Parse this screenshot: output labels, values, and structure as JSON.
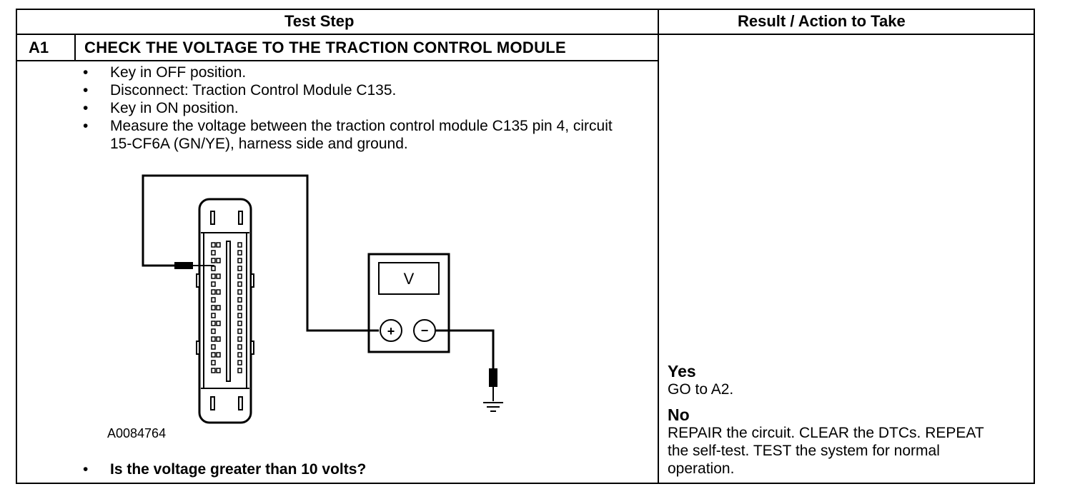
{
  "table": {
    "col_test_step": "Test Step",
    "col_result": "Result / Action to Take"
  },
  "step": {
    "number": "A1",
    "title": "CHECK THE VOLTAGE TO THE TRACTION CONTROL MODULE",
    "items": [
      "Key in OFF position.",
      "Disconnect: Traction Control Module C135.",
      "Key in ON position.",
      "Measure the voltage between the traction control module C135 pin 4, circuit 15-CF6A (GN/YE), harness side and ground."
    ],
    "question": "Is the voltage greater than 10 volts?"
  },
  "figure": {
    "id": "A0084764",
    "meter_display": "V",
    "plus_symbol": "+",
    "minus_symbol": "−"
  },
  "result": {
    "yes_title": "Yes",
    "yes_action": "GO to A2.",
    "no_title": "No",
    "no_action": "REPAIR the circuit. CLEAR the DTCs. REPEAT the self-test. TEST the system for normal operation."
  }
}
